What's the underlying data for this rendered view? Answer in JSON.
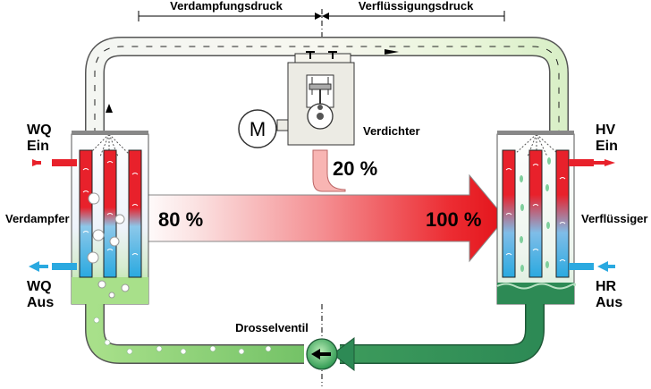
{
  "pressure": {
    "evaporation": "Verdampfungsdruck",
    "condensation": "Verflüssigungsdruck"
  },
  "compressor": {
    "label": "Verdichter",
    "motor": "M"
  },
  "evaporator": {
    "label": "Verdampfer",
    "in_label": [
      "WQ",
      "Ein"
    ],
    "out_label": [
      "WQ",
      "Aus"
    ]
  },
  "condenser": {
    "label": "Verflüssiger",
    "in_label": [
      "HV",
      "Ein"
    ],
    "out_label": [
      "HR",
      "Aus"
    ]
  },
  "valve": {
    "label": "Drosselventil"
  },
  "energy": {
    "source_pct": "80 %",
    "compressor_pct": "20 %",
    "output_pct": "100 %"
  },
  "colors": {
    "hot": "#e8212b",
    "cold": "#2aa9e0",
    "liquid_light": "#a8e08a",
    "liquid_dark": "#2d8a55",
    "vapor": "#eef6e8",
    "machine": "#ecebe4"
  },
  "icons": [
    "arrow-right-icon",
    "arrow-left-icon",
    "motor-icon",
    "valve-icon"
  ]
}
